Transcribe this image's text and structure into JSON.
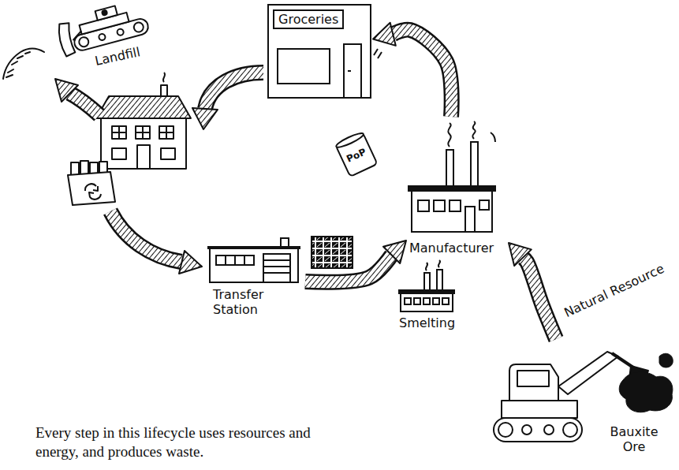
{
  "diagram": {
    "caption": "Every step in this lifecycle uses resources and energy, and produces waste.",
    "nodes": [
      {
        "text": [
          "Landfill"
        ]
      },
      {
        "text": [
          "Groceries"
        ]
      },
      {
        "text": [
          "Manufacturer"
        ]
      },
      {
        "text": [
          "Transfer Station"
        ]
      },
      {
        "text": [
          "Smelting"
        ]
      },
      {
        "text": [
          "Bauxite Ore"
        ]
      }
    ],
    "edges": [
      {
        "from": 2,
        "to": 1,
        "arrow": "to"
      },
      {
        "from": 3,
        "to": 2,
        "arrow": "to"
      },
      {
        "from": 5,
        "to": 2,
        "label": "Natural Resource",
        "arrow": "to"
      }
    ],
    "labels": [
      "PoP"
    ]
  }
}
